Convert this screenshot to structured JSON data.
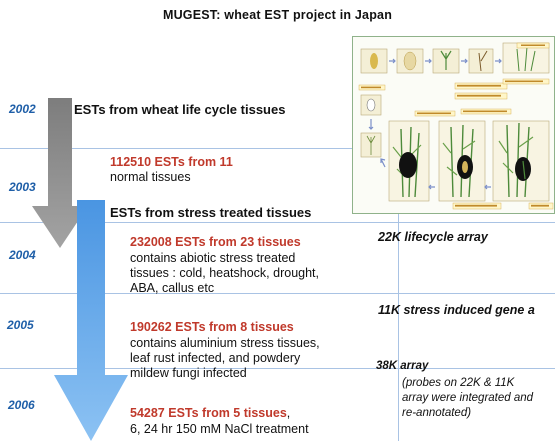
{
  "title": "MUGEST: wheat  EST project in Japan",
  "years": [
    "2002",
    "2003",
    "2004",
    "2005",
    "2006"
  ],
  "timeline": {
    "lifecycle_header": "ESTs from wheat life cycle tissues",
    "lifecycle_count": "112510 ESTs from 11",
    "lifecycle_desc": "normal tissues",
    "stress_header": "ESTs from stress treated tissues",
    "entries": [
      {
        "count": "232008 ESTs from 23 tissues",
        "lines": [
          "contains abiotic stress treated",
          "tissues : cold, heatshock, drought,",
          "ABA, callus etc"
        ]
      },
      {
        "count": "190262 ESTs from 8 tissues",
        "lines": [
          "contains aluminium stress tissues,",
          "leaf rust infected, and powdery",
          "mildew fungi infected"
        ]
      },
      {
        "count": "54287 ESTs from 5 tissues",
        "count_suffix": ",",
        "lines": [
          "6, 24 hr  150 mM NaCl treatment"
        ]
      }
    ]
  },
  "arrays": {
    "lifecycle": "22K lifecycle array",
    "stress": "11K stress induced gene a",
    "combined": "38K array",
    "combined_note": [
      "(probes on 22K & 11K",
      "array were integrated and",
      "re-annotated)"
    ]
  },
  "colors": {
    "gray_arrow": "#8a8a8a",
    "blue_arrow": "#5aa3e8",
    "highlight": "#c0392b",
    "year": "#1f5fa8",
    "gridline": "#a9c3e4"
  },
  "icons": [
    "gray-down-arrow-icon",
    "blue-down-arrow-icon",
    "wheat-lifecycle-figure"
  ]
}
